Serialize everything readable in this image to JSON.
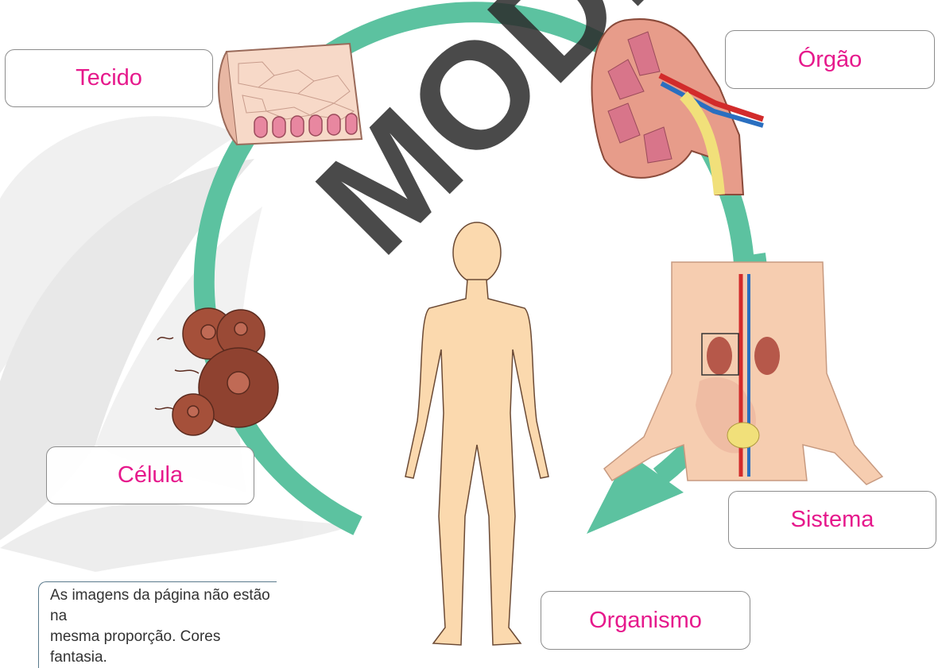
{
  "labels": {
    "tecido": "Tecido",
    "orgao": "Órgão",
    "celula": "Célula",
    "sistema": "Sistema",
    "organismo": "Organismo"
  },
  "note": {
    "line1": "As imagens da página não estão na",
    "line2": "mesma proporção. Cores fantasia."
  },
  "watermark": "MODERNA",
  "colors": {
    "arrow": "#5cc2a0",
    "label_text": "#e6198c",
    "skin": "#fbd9ae",
    "cell": "#9a4a36",
    "kidney": "#c86a5a"
  }
}
